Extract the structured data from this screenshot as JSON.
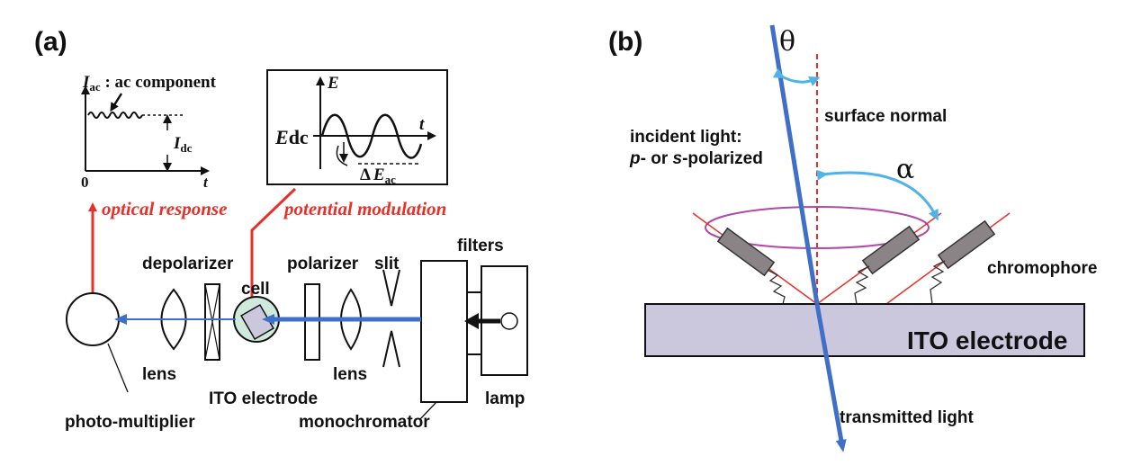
{
  "panel_a": {
    "label": "(a)",
    "graph1": {
      "ac_symbol": "I",
      "ac_sub": "ac",
      "ac_text": " : ac component",
      "dc_symbol": "I",
      "dc_sub": "dc",
      "origin": "0",
      "t_axis": "t"
    },
    "graph2": {
      "e_axis": "E",
      "t_axis": "t",
      "edc_main": "E",
      "edc_sub": "dc",
      "eac_delta": "Δ",
      "eac_main": "E",
      "eac_sub": "ac"
    },
    "optical_response": "optical response",
    "potential_modulation": "potential modulation",
    "components": {
      "depolarizer": "depolarizer",
      "polarizer": "polarizer",
      "slit": "slit",
      "filters": "filters",
      "cell": "cell",
      "lens_left": "lens",
      "lens_right": "lens",
      "ito_electrode": "ITO electrode",
      "lamp": "lamp",
      "photo_multiplier": "photo-multiplier",
      "monochromator": "monochromator"
    }
  },
  "panel_b": {
    "label": "(b)",
    "theta": "θ",
    "alpha": "α",
    "surface_normal": "surface normal",
    "incident_line1": "incident light:",
    "incident_p": "p",
    "incident_mid": "- or ",
    "incident_s": "s",
    "incident_end": "-polarized",
    "chromophore": "chromophore",
    "ito_electrode": "ITO electrode",
    "transmitted_light": "transmitted light"
  },
  "colors": {
    "red": "#e8302a",
    "blue": "#3f6fc6",
    "light_blue": "#4fb3e8",
    "cell_fill": "#cfe9dc",
    "electrode_fill": "#cbc7dd",
    "chromophore_fill": "#8a8486",
    "ellipse": "#b04aa8"
  }
}
